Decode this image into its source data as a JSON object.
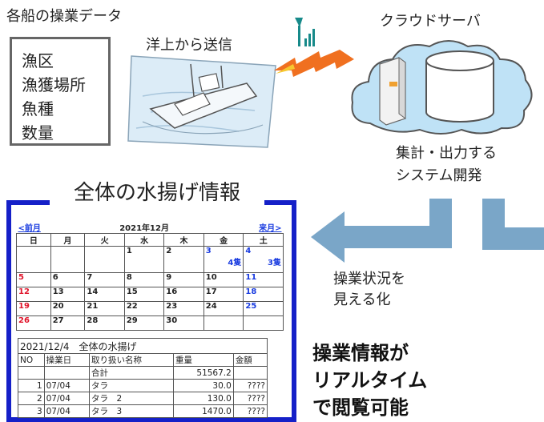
{
  "top_left_label": "各船の操業データ",
  "data_items": [
    "漁区",
    "漁獲場所",
    "魚種",
    "数量"
  ],
  "transmit_label": "洋上から送信",
  "cloud_label": "クラウドサーバ",
  "system_label": [
    "集計・出力する",
    "システム開発"
  ],
  "visualize_label": [
    "操業状況を",
    "見える化"
  ],
  "panel_title": "全体の水揚げ情報",
  "realtime_label": [
    "操業情報が",
    "リアルタイム",
    "で閲覧可能"
  ],
  "calendar": {
    "prev": "<前月",
    "month": "2021年12月",
    "next": "来月>",
    "weekdays": [
      "日",
      "月",
      "火",
      "水",
      "木",
      "金",
      "土"
    ],
    "weeks": [
      [
        "",
        "",
        "",
        "1",
        "2",
        "3\n4隻",
        "4\n3隻"
      ],
      [
        "5",
        "6",
        "7",
        "8",
        "9",
        "10",
        "11"
      ],
      [
        "12",
        "13",
        "14",
        "15",
        "16",
        "17",
        "18"
      ],
      [
        "19",
        "20",
        "21",
        "22",
        "23",
        "24",
        "25"
      ],
      [
        "26",
        "27",
        "28",
        "29",
        "30",
        "",
        ""
      ]
    ]
  },
  "landing": {
    "caption": "2021/12/4　全体の水揚げ",
    "headers": [
      "NO",
      "操業日",
      "取り扱い名称",
      "重量",
      "金額"
    ],
    "total": {
      "label": "合計",
      "weight": "51567.2"
    },
    "rows": [
      {
        "no": "1",
        "date": "07/04",
        "name": "タラ",
        "weight": "30.0",
        "amount": "????"
      },
      {
        "no": "2",
        "date": "07/04",
        "name": "タラ　2",
        "weight": "130.0",
        "amount": "????"
      },
      {
        "no": "3",
        "date": "07/04",
        "name": "タラ　3",
        "weight": "1470.0",
        "amount": "????"
      }
    ]
  },
  "colors": {
    "panel_border": "#1520c8",
    "arrow": "#7aa6c8",
    "signal": "#f07020",
    "cloud": "#bfe2f6"
  }
}
